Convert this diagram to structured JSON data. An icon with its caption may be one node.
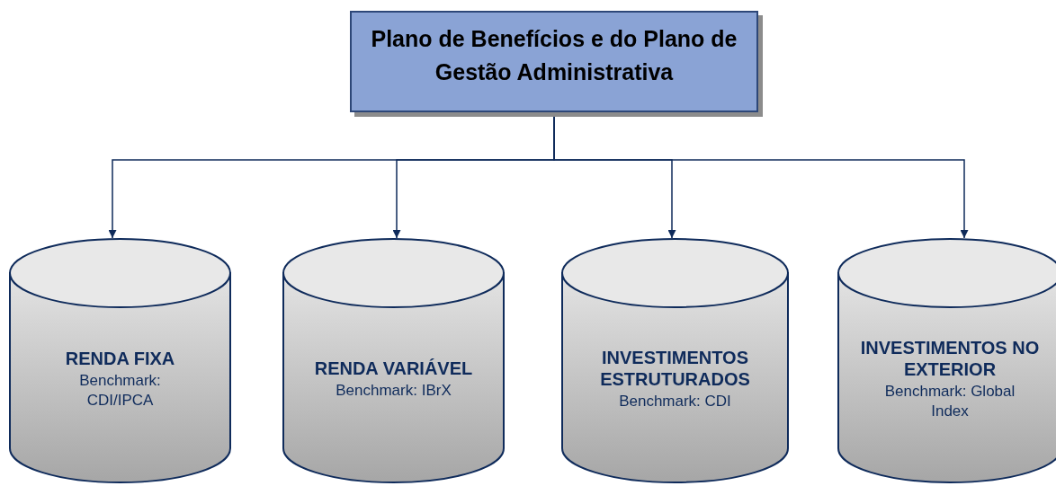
{
  "diagram": {
    "nodes": [
      {
        "text": [
          "Plano de Benefícios e do Plano de Gestão Administrativa"
        ]
      },
      {
        "text": [
          "RENDA FIXA",
          "Benchmark: CDI/IPCA"
        ]
      },
      {
        "text": [
          "RENDA VARIÁVEL",
          "Benchmark: IBrX"
        ]
      },
      {
        "text": [
          "INVESTIMENTOS ESTRUTURADOS",
          "Benchmark: CDI"
        ]
      },
      {
        "text": [
          "INVESTIMENTOS NO EXTERIOR",
          "Benchmark: Global Index"
        ]
      }
    ],
    "edges": [
      {
        "from": 0,
        "to": 1,
        "arrow": "to"
      },
      {
        "from": 0,
        "to": 2,
        "arrow": "to"
      },
      {
        "from": 0,
        "to": 3,
        "arrow": "to"
      },
      {
        "from": 0,
        "to": 4,
        "arrow": "to"
      }
    ]
  }
}
